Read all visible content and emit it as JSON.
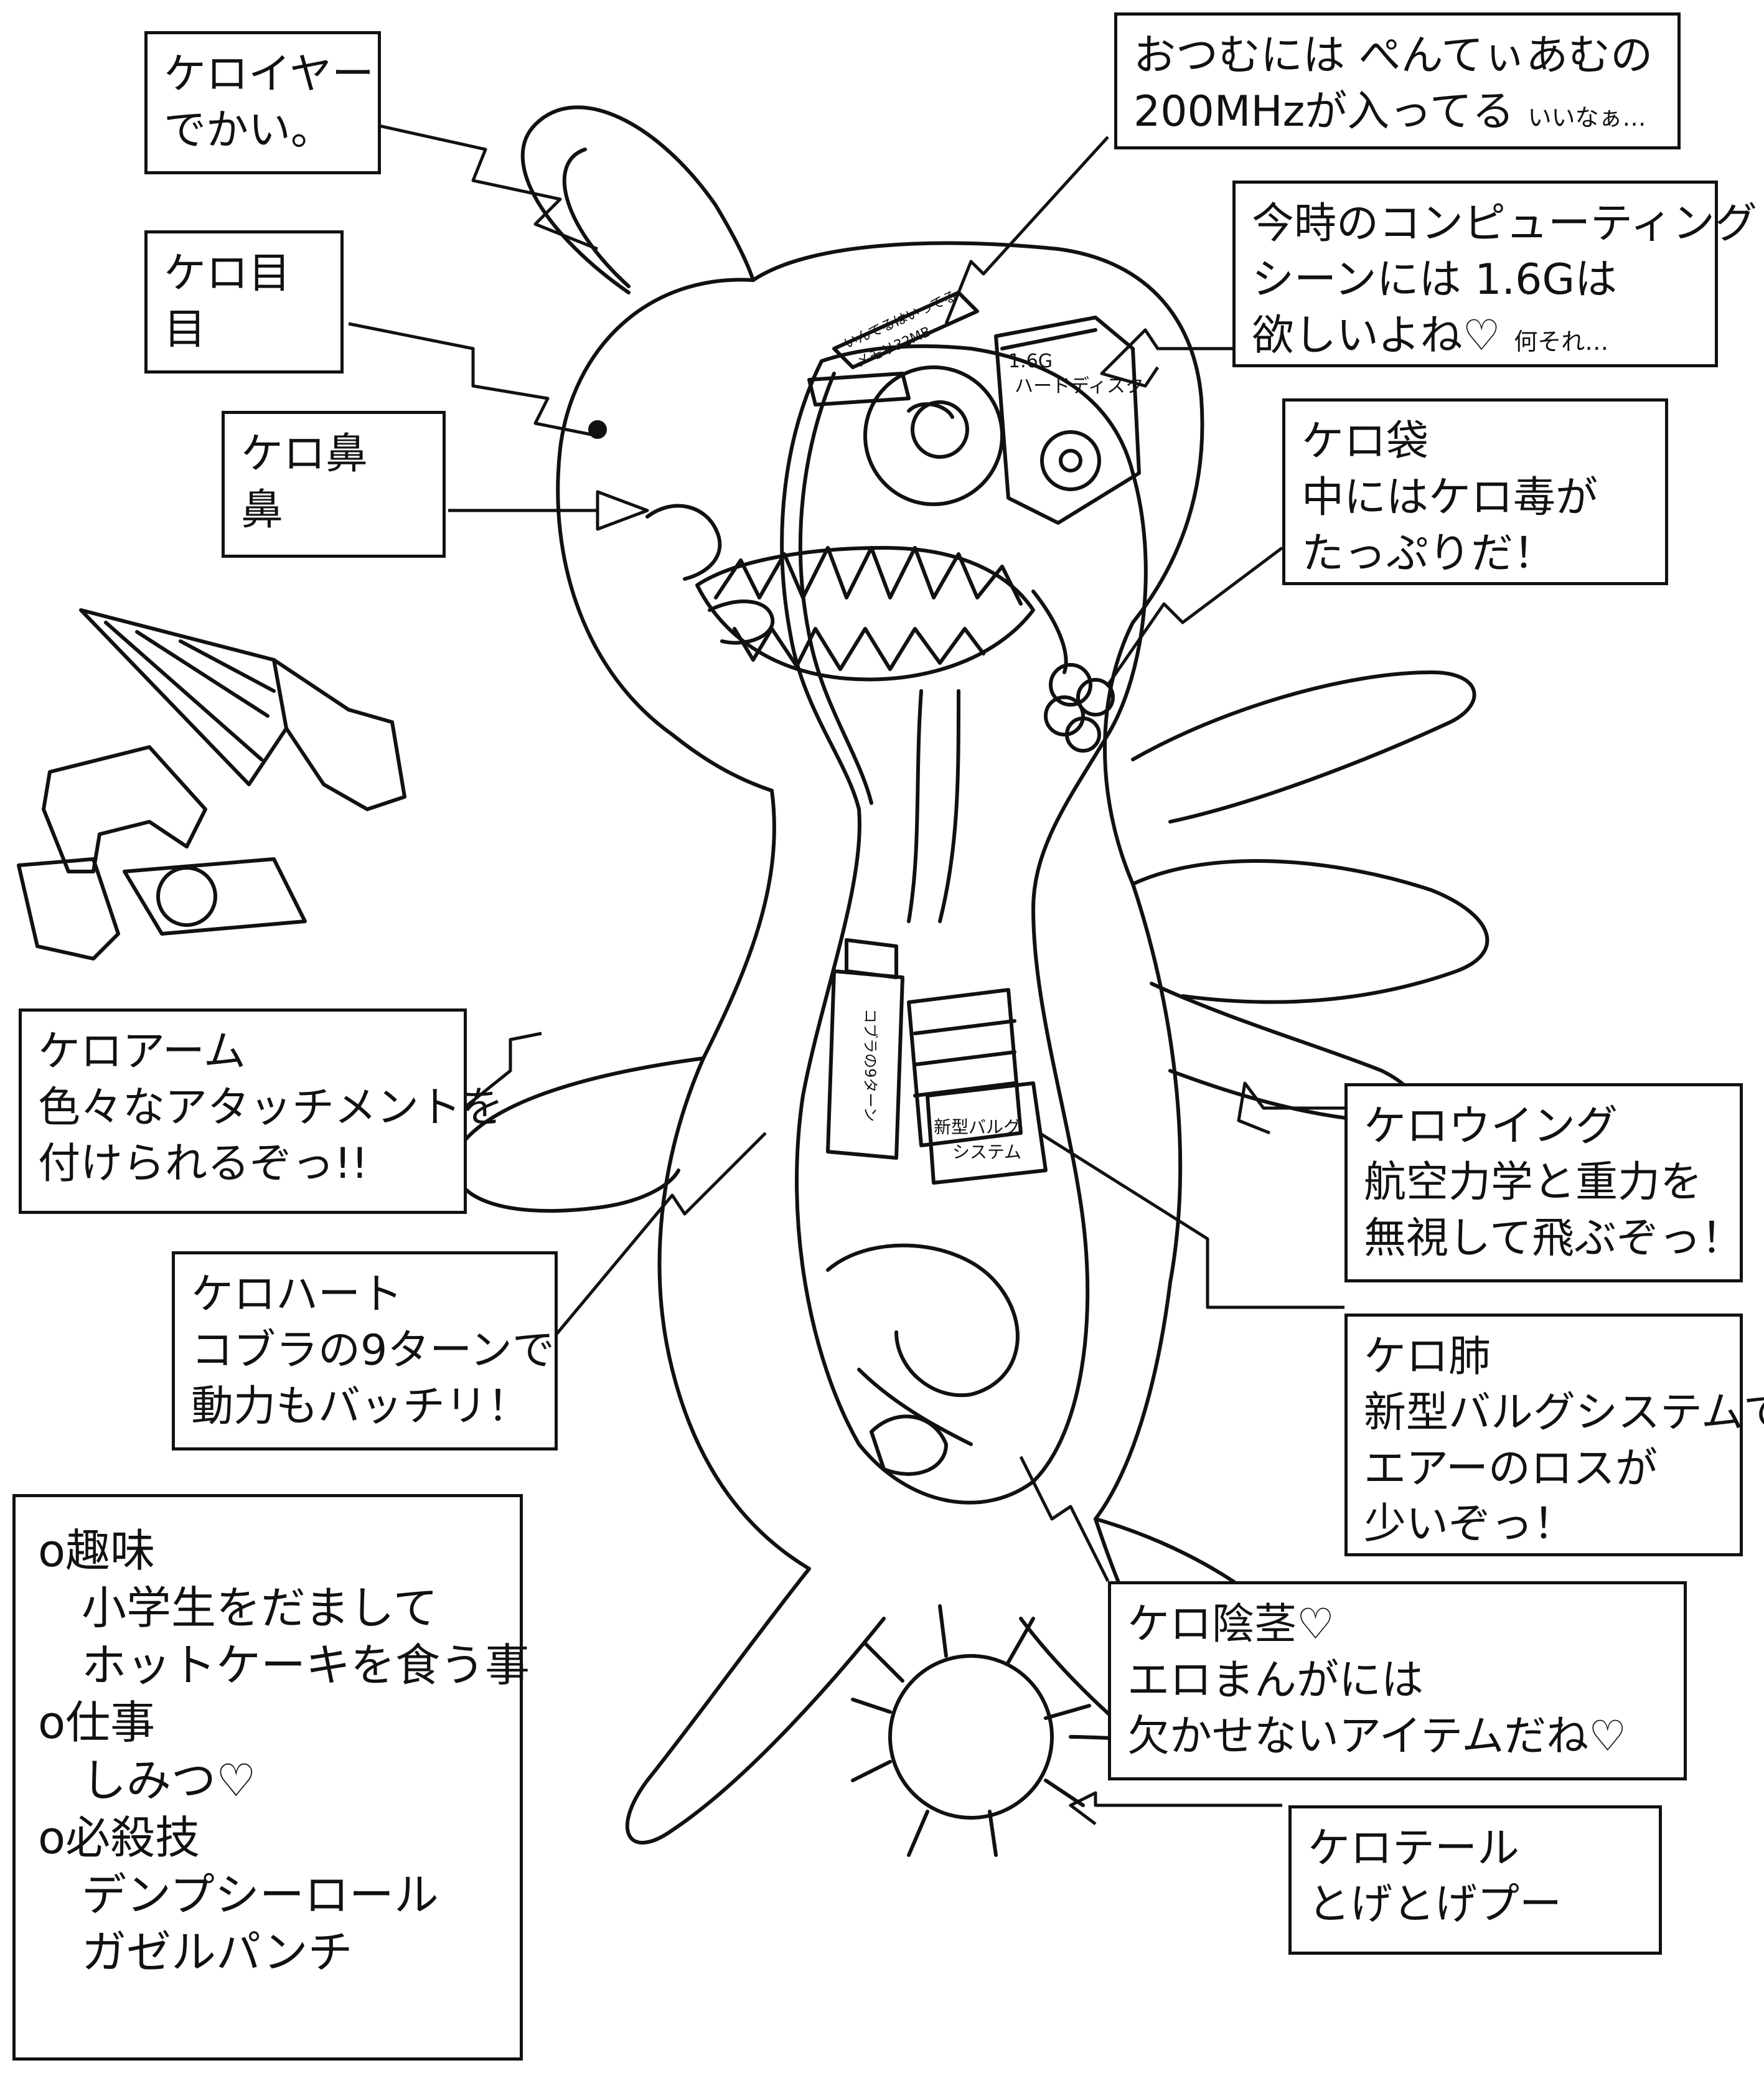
{
  "labels": {
    "ear": {
      "lines": [
        "ケロイヤー",
        "でかい。"
      ]
    },
    "eye": {
      "lines": [
        "ケロ目",
        "目"
      ]
    },
    "nose": {
      "lines": [
        "ケロ鼻",
        "鼻"
      ]
    },
    "diaper": {
      "lines": [
        "おつむには ぺんてぃあむの",
        "200MHzが入ってる"
      ],
      "note": "いいなぁ…"
    },
    "hdd": {
      "lines": [
        "今時のコンピューティング",
        "シーンには 1.6Gは",
        "欲しいよね♡"
      ],
      "note": "何それ…"
    },
    "pouch": {
      "lines": [
        "ケロ袋",
        "中にはケロ毒が",
        "たっぷりだ！"
      ]
    },
    "arm": {
      "lines": [
        "ケロアーム",
        "色々なアタッチメントを",
        "付けられるぞっ!!"
      ]
    },
    "wing": {
      "lines": [
        "ケロウイング",
        "航空力学と重力を",
        "無視して飛ぶぞっ！"
      ]
    },
    "heart": {
      "lines": [
        "ケロハート",
        "コブラの9ターンで",
        "動力もバッチリ！"
      ]
    },
    "lung": {
      "lines": [
        "ケロ肺",
        "新型バルグシステムで",
        "エアーのロスが",
        "少いぞっ！"
      ]
    },
    "penis": {
      "lines": [
        "ケロ陰茎♡",
        "エロまんがには",
        "欠かせないアイテムだね♡"
      ]
    },
    "tail": {
      "lines": [
        "ケロテール",
        "とげとげプー"
      ]
    }
  },
  "profile": {
    "items": [
      {
        "bullet": "o",
        "text": "趣味"
      },
      {
        "bullet": "",
        "text": "小学生をだまして"
      },
      {
        "bullet": "",
        "text": "ホットケーキを食う事"
      },
      {
        "bullet": "o",
        "text": "仕事"
      },
      {
        "bullet": "",
        "text": "しみつ♡"
      },
      {
        "bullet": "o",
        "text": "必殺技"
      },
      {
        "bullet": "",
        "text": "デンプシーロール"
      },
      {
        "bullet": "",
        "text": "ガゼルパンチ"
      }
    ]
  },
  "internal_labels": {
    "hdd_label": [
      "1.6G",
      "ハードディスク"
    ],
    "memory_label": [
      "いんてるはいってる",
      "メモリ32MB"
    ],
    "motor_label": [
      "コブラの9ターン"
    ],
    "bellows_label": [
      "新型バルグ",
      "システム"
    ]
  }
}
